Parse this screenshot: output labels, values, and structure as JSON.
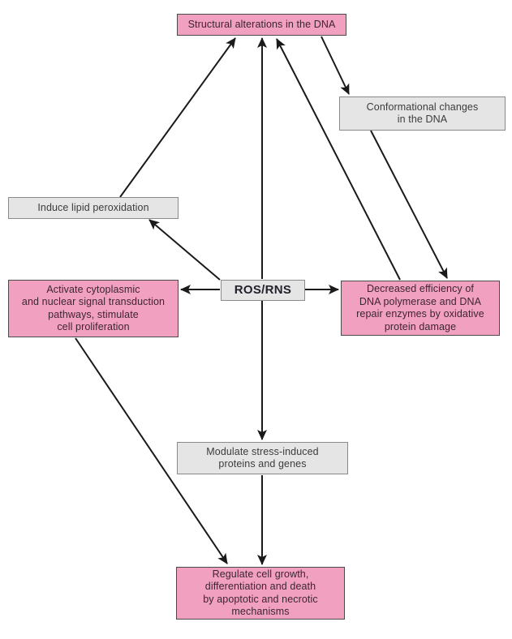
{
  "diagram": {
    "nodes": {
      "structural_alterations": {
        "label": "Structural alterations in the DNA",
        "color": "pink"
      },
      "conformational_changes": {
        "label": "Conformational changes\nin the DNA",
        "color": "gray"
      },
      "induce_lipid_peroxidation": {
        "label": "Induce lipid peroxidation",
        "color": "gray"
      },
      "activate_signal_transduction": {
        "label": "Activate cytoplasmic\nand nuclear signal transduction\npathways, stimulate\ncell proliferation",
        "color": "pink"
      },
      "ros_rns": {
        "label": "ROS/RNS",
        "color": "gray"
      },
      "decreased_dna_repair": {
        "label": "Decreased efficiency of\nDNA polymerase and DNA\nrepair enzymes by oxidative\nprotein damage",
        "color": "pink"
      },
      "modulate_stress_proteins": {
        "label": "Modulate stress-induced\nproteins and genes",
        "color": "gray"
      },
      "regulate_cell_growth": {
        "label": "Regulate cell growth,\ndifferentiation and death\nby apoptotic and necrotic\nmechanisms",
        "color": "pink"
      }
    },
    "edges": [
      {
        "from": "ros_rns",
        "to": "structural_alterations"
      },
      {
        "from": "ros_rns",
        "to": "induce_lipid_peroxidation"
      },
      {
        "from": "ros_rns",
        "to": "activate_signal_transduction"
      },
      {
        "from": "ros_rns",
        "to": "decreased_dna_repair"
      },
      {
        "from": "ros_rns",
        "to": "modulate_stress_proteins"
      },
      {
        "from": "induce_lipid_peroxidation",
        "to": "structural_alterations"
      },
      {
        "from": "decreased_dna_repair",
        "to": "structural_alterations"
      },
      {
        "from": "structural_alterations",
        "to": "conformational_changes"
      },
      {
        "from": "conformational_changes",
        "to": "decreased_dna_repair"
      },
      {
        "from": "modulate_stress_proteins",
        "to": "regulate_cell_growth"
      },
      {
        "from": "activate_signal_transduction",
        "to": "regulate_cell_growth"
      }
    ],
    "colors": {
      "node_pink": "#f2a0c0",
      "node_gray": "#e5e5e5",
      "arrow": "#1a1a1a",
      "background": "#ffffff"
    }
  }
}
